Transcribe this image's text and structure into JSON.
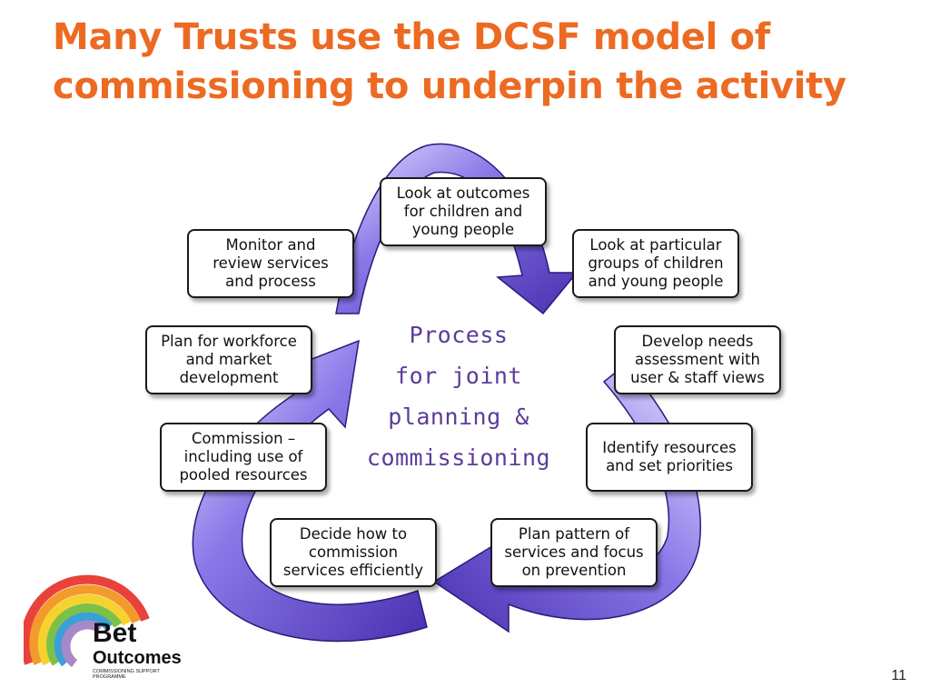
{
  "slide": {
    "title_lines": [
      "Many Trusts use the DCSF model of",
      "commissioning to underpin the activity"
    ],
    "page_number": "11"
  },
  "diagram": {
    "center_lines": [
      "Process",
      "for joint",
      "planning &",
      "commissioning"
    ],
    "steps": [
      "Look at outcomes\nfor children and\nyoung people",
      "Look at particular\ngroups of children\nand young people",
      "Develop needs\nassessment with\nuser & staff views",
      "Identify resources\nand set priorities",
      "Plan pattern of\nservices and focus\non prevention",
      "Decide how to\ncommission\nservices efficiently",
      "Commission –\nincluding use of\npooled resources",
      "Plan for workforce\nand market\ndevelopment",
      "Monitor and\nreview services\nand process"
    ],
    "arrow_colors": {
      "light": "#e6e0ff",
      "mid": "#8a78e8",
      "dark": "#4a30b0",
      "edge": "#2c1a7a"
    }
  },
  "logo": {
    "text_line1": "Bet",
    "text_line2": "Outcomes",
    "tagline_line1": "COMMISSIONING SUPPORT",
    "tagline_line2": "PROGRAMME",
    "rainbow_colors": [
      "#e8423a",
      "#f39a2c",
      "#f6d22f",
      "#7cc04a",
      "#3aa0d8",
      "#a689c9"
    ]
  }
}
